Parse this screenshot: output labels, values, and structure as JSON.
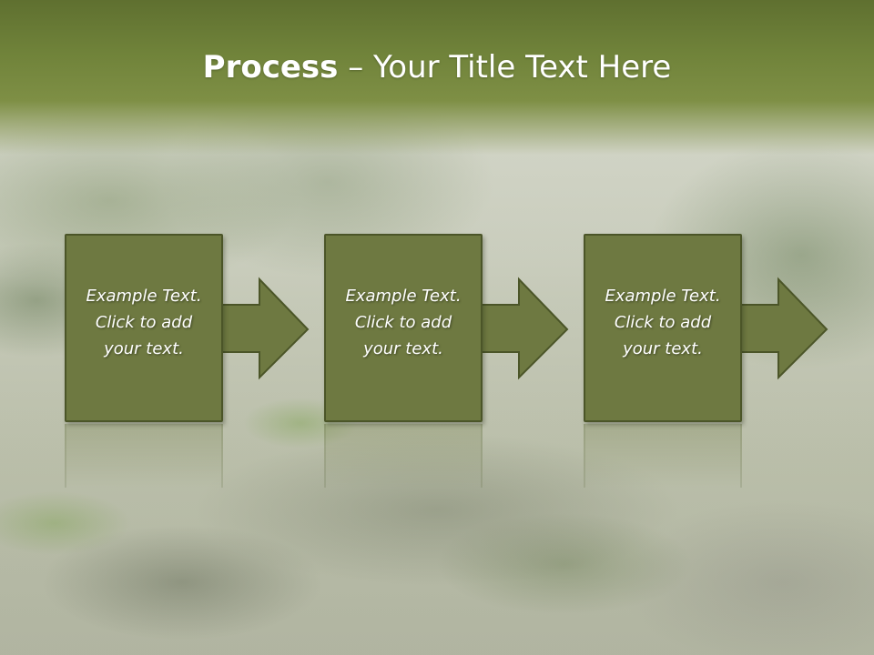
{
  "slide": {
    "title_strong": "Process",
    "title_separator": " – ",
    "title_rest": "Your Title Text Here"
  },
  "process_steps": [
    {
      "line1": "Example Text.",
      "line2": "Click  to add",
      "line3": "your text."
    },
    {
      "line1": "Example Text.",
      "line2": "Click  to add",
      "line3": "your text."
    },
    {
      "line1": "Example Text.",
      "line2": "Click  to add",
      "line3": "your text."
    }
  ],
  "colors": {
    "title_band": "#70833a",
    "box_fill": "#6e7941",
    "box_border": "#4b5528",
    "text": "#ffffff"
  },
  "icons": [
    "right-arrow-icon"
  ]
}
